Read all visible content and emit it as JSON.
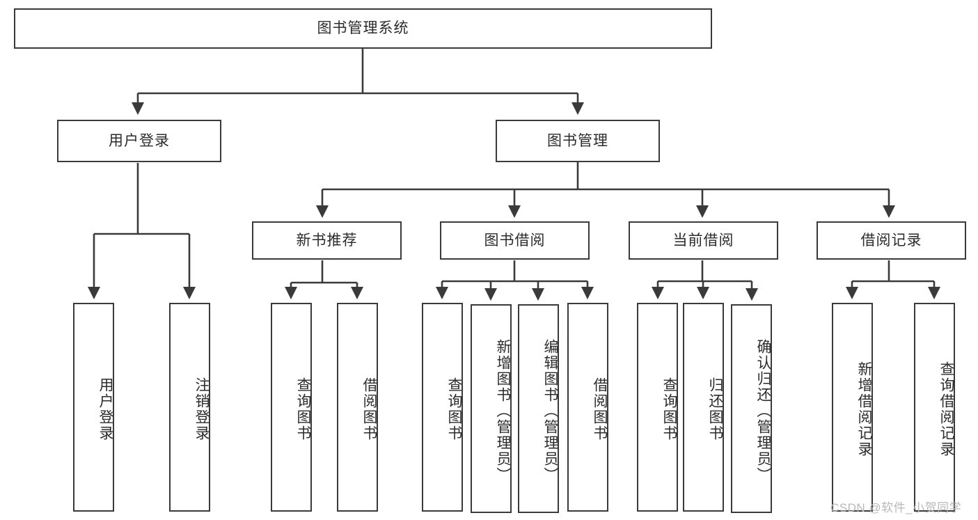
{
  "diagram": {
    "type": "tree-hierarchy-chart",
    "title": "图书管理系统",
    "line_color": "#3a3a3a",
    "box_fill": "#ffffff",
    "text_color": "#2b2b2b",
    "background": "#ffffff",
    "root": {
      "label": "图书管理系统"
    },
    "level2": [
      {
        "label": "用户登录"
      },
      {
        "label": "图书管理"
      }
    ],
    "level3": [
      {
        "label": "新书推荐"
      },
      {
        "label": "图书借阅"
      },
      {
        "label": "当前借阅"
      },
      {
        "label": "借阅记录"
      }
    ],
    "leaves": {
      "user_login": [
        {
          "label": "用户登录"
        },
        {
          "label": "注销登录"
        }
      ],
      "new_book_recommend": [
        {
          "label": "查询图书"
        },
        {
          "label": "借阅图书"
        }
      ],
      "book_borrow": [
        {
          "label": "查询图书"
        },
        {
          "label": "新增图书（管理员）"
        },
        {
          "label": "编辑图书（管理员）"
        },
        {
          "label": "借阅图书"
        }
      ],
      "current_borrow": [
        {
          "label": "查询图书"
        },
        {
          "label": "归还图书"
        },
        {
          "label": "确认归还（管理员）"
        }
      ],
      "borrow_record": [
        {
          "label": "新增借阅记录"
        },
        {
          "label": "查询借阅记录"
        }
      ]
    }
  },
  "watermark": {
    "text": "CSDN @软件_小贺同学"
  }
}
